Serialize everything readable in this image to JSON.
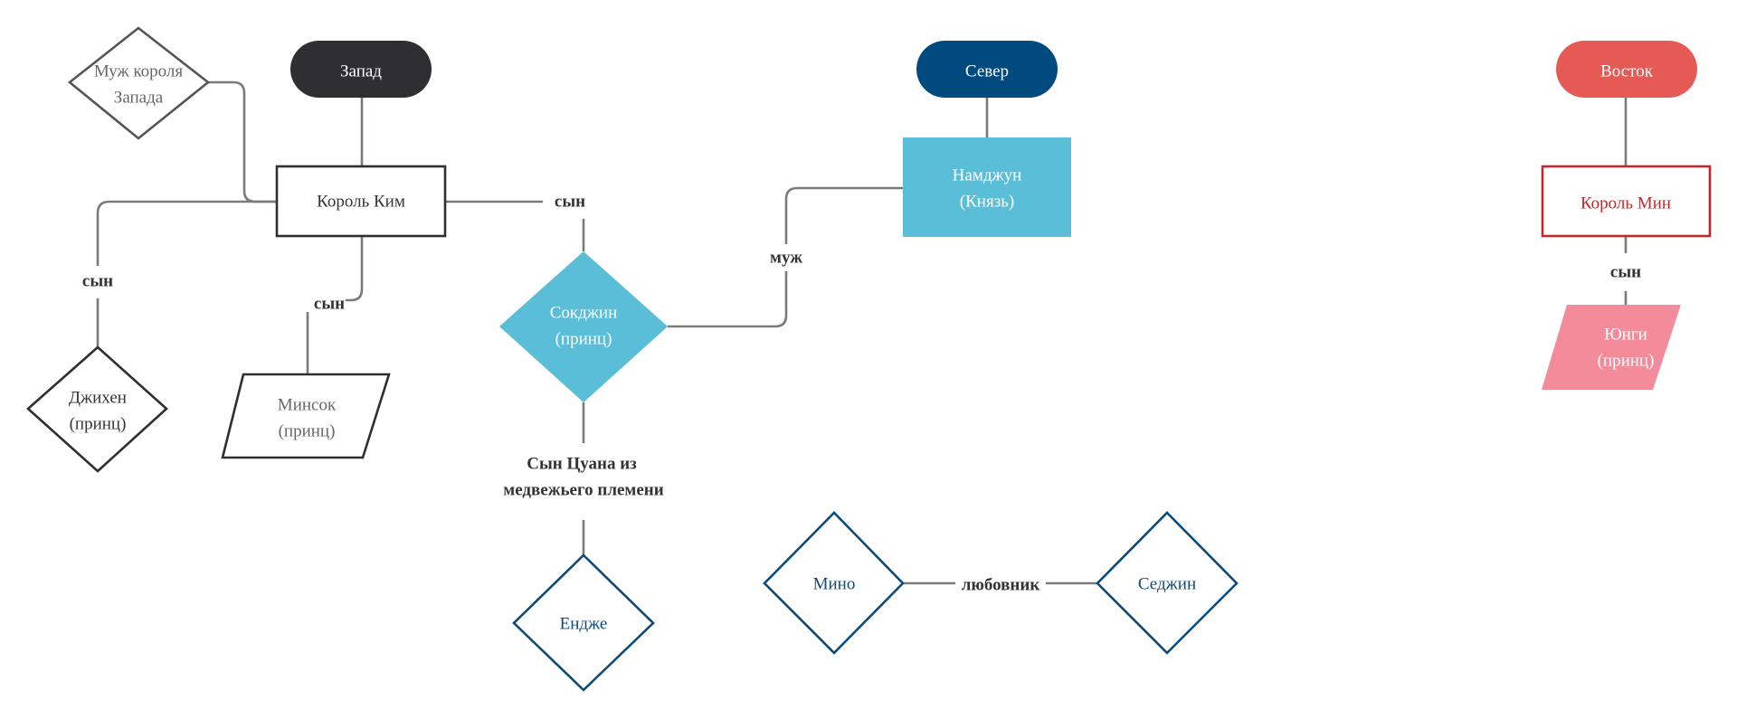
{
  "regions": {
    "west": "Запад",
    "north": "Север",
    "east": "Восток"
  },
  "nodes": {
    "king_west_husband": [
      "Муж короля",
      "Запада"
    ],
    "king_kim": "Король Ким",
    "jihen": [
      "Джихен",
      "(принц)"
    ],
    "minsok": [
      "Минсок",
      "(принц)"
    ],
    "sokjin": [
      "Сокджин",
      "(принц)"
    ],
    "namjun": [
      "Намджун",
      "(Князь)"
    ],
    "yenje": "Ендже",
    "mino": "Мино",
    "sejin": "Седжин",
    "king_min": "Король Мин",
    "yungi": [
      "Юнги",
      "(принц)"
    ]
  },
  "edge_labels": {
    "son_jihen": "сын",
    "son_minsok": "сын",
    "son_sokjin": "сын",
    "husband": "муж",
    "son_yenje": [
      "Сын Цуана из",
      "медвежьего племени"
    ],
    "lover": "любовник",
    "son_yungi": "сын"
  },
  "colors": {
    "edge": "#7a7a7a",
    "west": "#2f2e31",
    "north": "#004a80",
    "east": "#e55a55",
    "light_blue": "#5bbed9",
    "dark_blue": "#0d4a77",
    "red_outline": "#c0282d",
    "pink": "#f48b9b",
    "dark_text": "#333333"
  }
}
